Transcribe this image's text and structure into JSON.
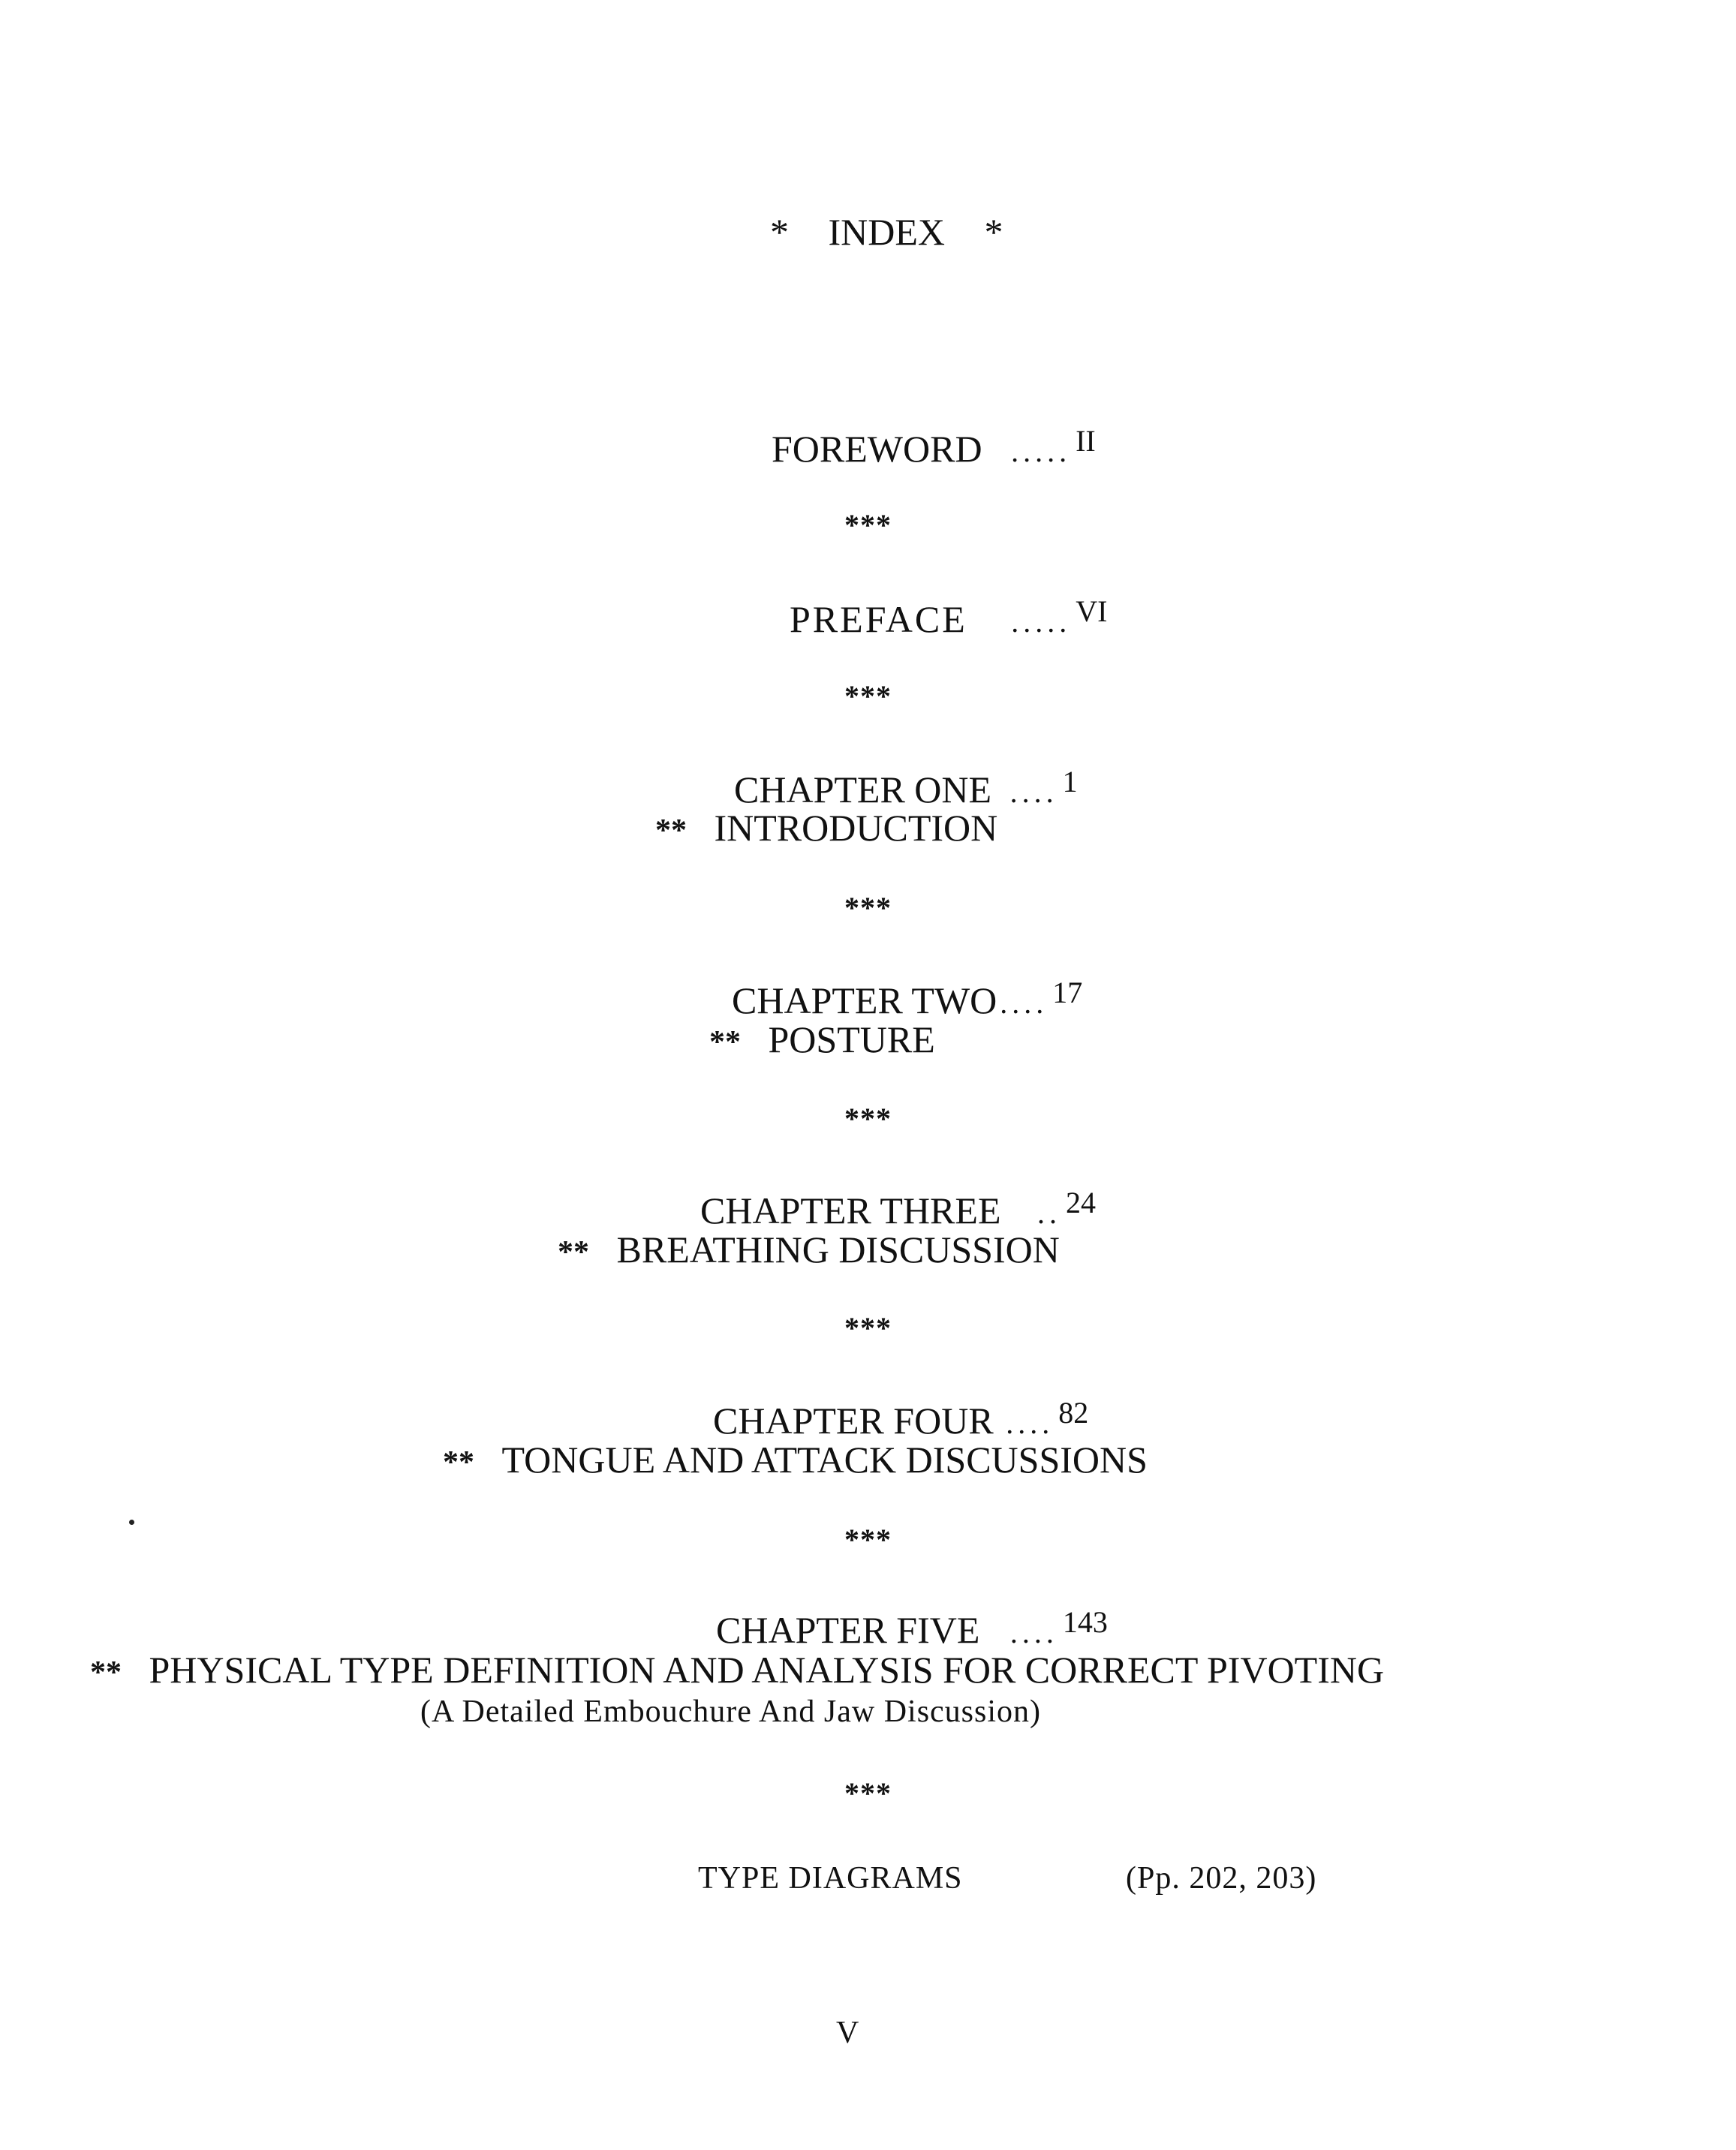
{
  "title": {
    "star": "*",
    "text": "INDEX"
  },
  "separator": "***",
  "sub_marker": "**",
  "entries": [
    {
      "label": "FOREWORD",
      "dots": ".....",
      "page": "II"
    },
    {
      "label": "PREFACE",
      "dots": ".....",
      "page": "VI"
    },
    {
      "label": "CHAPTER ONE",
      "dots": "....",
      "page": "1",
      "subtitle": "INTRODUCTION"
    },
    {
      "label": "CHAPTER TWO",
      "dots": "....",
      "page": "17",
      "subtitle": "POSTURE"
    },
    {
      "label": "CHAPTER THREE",
      "dots": "..",
      "page": "24",
      "subtitle": "BREATHING DISCUSSION"
    },
    {
      "label": "CHAPTER FOUR",
      "dots": "....",
      "page": "82",
      "subtitle": "TONGUE AND ATTACK DISCUSSIONS"
    },
    {
      "label": "CHAPTER FIVE",
      "dots": "....",
      "page": "143",
      "subtitle": "PHYSICAL TYPE DEFINITION AND ANALYSIS FOR CORRECT PIVOTING",
      "note": "(A Detailed Embouchure And Jaw Discussion)"
    }
  ],
  "type_diagrams": {
    "label": "TYPE DIAGRAMS",
    "pages": "(Pp. 202, 203)"
  },
  "page_number": "V"
}
